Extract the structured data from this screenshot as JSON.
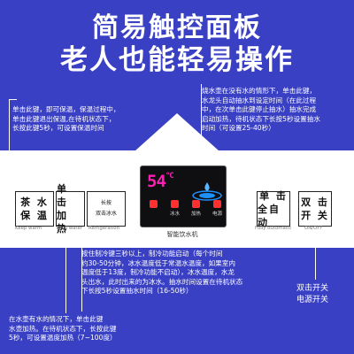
{
  "headline": {
    "line1": "简易触控面板",
    "line2": "老人也能轻易操作"
  },
  "notes": {
    "warm": "单击此键，即可保温，保温过程中，\n单击此键退出保温,在待机状态下，\n长按此键5秒，可设置保温时间",
    "boil": "烧水壶在没有水的情形下，单击此键，\n水龙头自动抽水到设定时间（在此过程\n中，在次单击此键停止抽水）抽水完成\n启动加热，待机状态下长按5秒设置抽水\n时间（可设置25-40秒）",
    "cool": "按住制冷键三秒以上，制冷功能启动（每个时间\n约30-50分钟，冰水温度低于常温水温度，如果室内\n温度低于13度，制冷功能不启动），冰水温度，水龙\n头出水，此时出来的为冰水。抽水时间设置在待机状态\n下长按5秒设置抽水时间（16-50秒）",
    "heat": "在水壶有水的情况下，单击此键\n水壶加热。在待机状态下，长按此键\n5秒，可设置温度加热（7~100度）",
    "power": "双击开关\n电源开关"
  },
  "buttons": {
    "tea_keep": {
      "top": "茶 水",
      "bottom": "保 温",
      "caption": "Keep warm"
    },
    "single_heat": {
      "top": "单 击",
      "bottom": "加 热",
      "caption": "Boil water"
    },
    "cooling": {
      "top": "长按",
      "bottom": "双击冰水",
      "caption": "Refrigeration"
    },
    "auto": {
      "top": "单 击",
      "bottom": "全自动",
      "caption": "Fully outomatic"
    },
    "power": {
      "top": "双 击",
      "bottom": "开 关",
      "caption": "ON/OFF"
    }
  },
  "display": {
    "temperature": "54",
    "unit": "°C",
    "icons": [
      {
        "name": "cup-icon",
        "color": "#ff3030",
        "label": ""
      },
      {
        "name": "kettle-icon",
        "color": "#ff3030",
        "label": "冰水"
      },
      {
        "name": "heat-icon",
        "color": "#ff3030",
        "label": "加热"
      },
      {
        "name": "power-icon",
        "color": "#ff3030",
        "label": "电源"
      }
    ],
    "accent": "#ff1fb4",
    "water_color": "#1e90ff"
  },
  "brand": "智能饮水机"
}
